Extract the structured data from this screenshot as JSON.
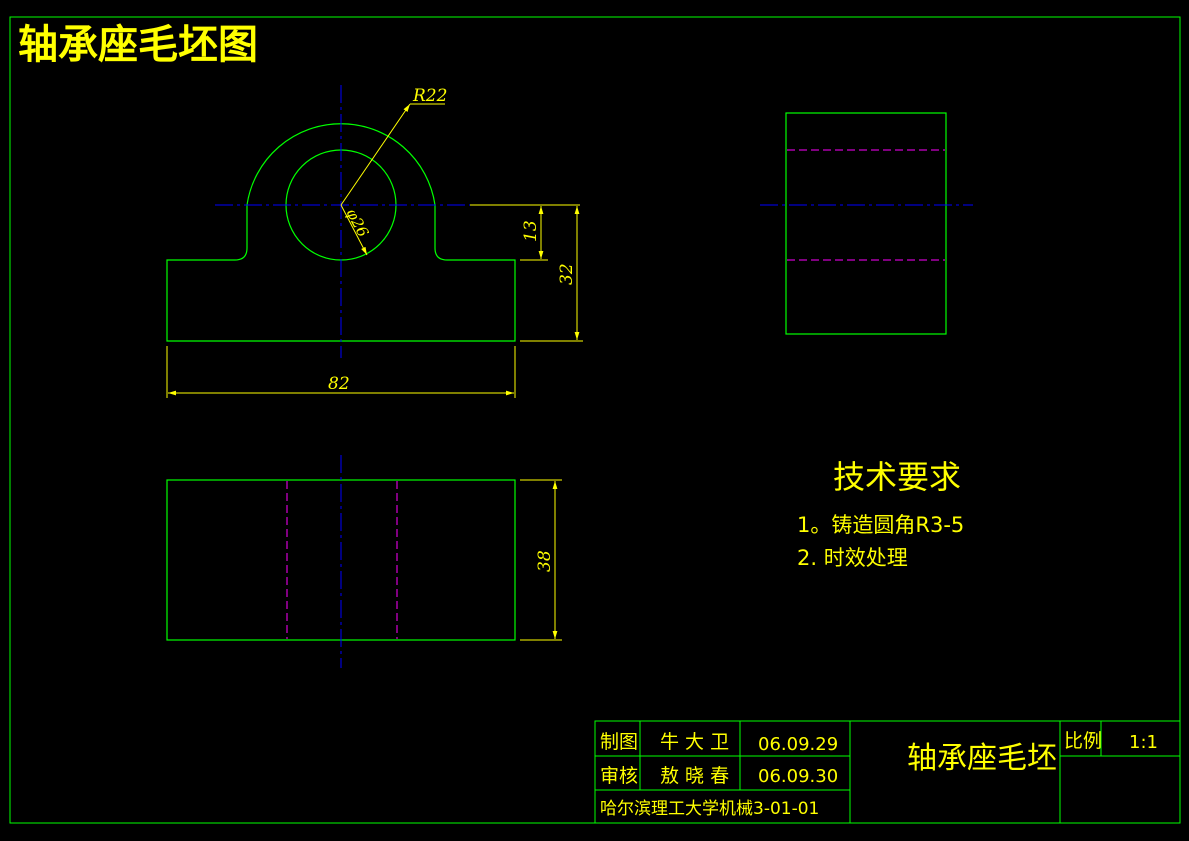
{
  "title": "轴承座毛坯图",
  "dimensions": {
    "radius": "R22",
    "diameter": "φ26",
    "height_13": "13",
    "height_32": "32",
    "width_82": "82",
    "depth_38": "38"
  },
  "technical_requirements": {
    "heading": "技术要求",
    "items": [
      "1。铸造圆角R3-5",
      "2. 时效处理"
    ]
  },
  "title_block": {
    "drawn_label": "制图",
    "drawn_by": "牛 大 卫",
    "drawn_date": "06.09.29",
    "checked_label": "审核",
    "checked_by": "敖 晓 春",
    "checked_date": "06.09.30",
    "part_name": "轴承座毛坯",
    "scale_label": "比例",
    "scale_value": "1:1",
    "school_code": "哈尔滨理工大学机械3-01-01"
  },
  "colors": {
    "background": "#000000",
    "outline": "#00ff00",
    "centerline": "#0000ff",
    "hidden_line": "#ff00ff",
    "dimension": "#ffff00",
    "text": "#ffff00"
  }
}
